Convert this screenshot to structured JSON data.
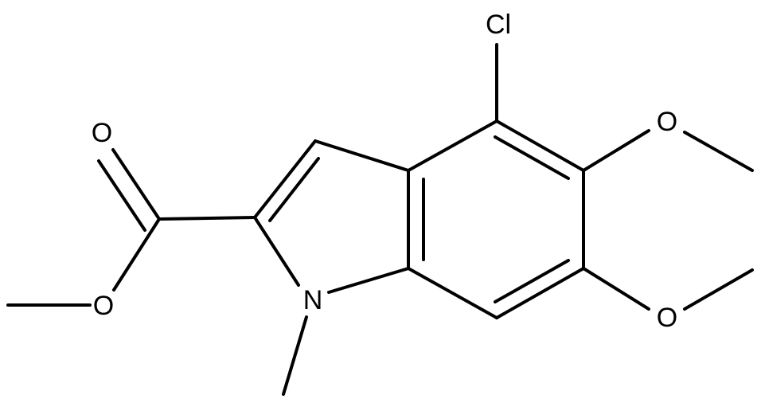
{
  "molecule": {
    "atom_labels": {
      "chlorine": "Cl",
      "carbonyl_oxygen": "O",
      "ester_oxygen": "O",
      "methoxy_oxygen_5": "O",
      "methoxy_oxygen_6": "O",
      "ring_nitrogen": "N"
    },
    "colors": {
      "bond": "#000000",
      "label": "#000000",
      "background": "#ffffff"
    }
  }
}
